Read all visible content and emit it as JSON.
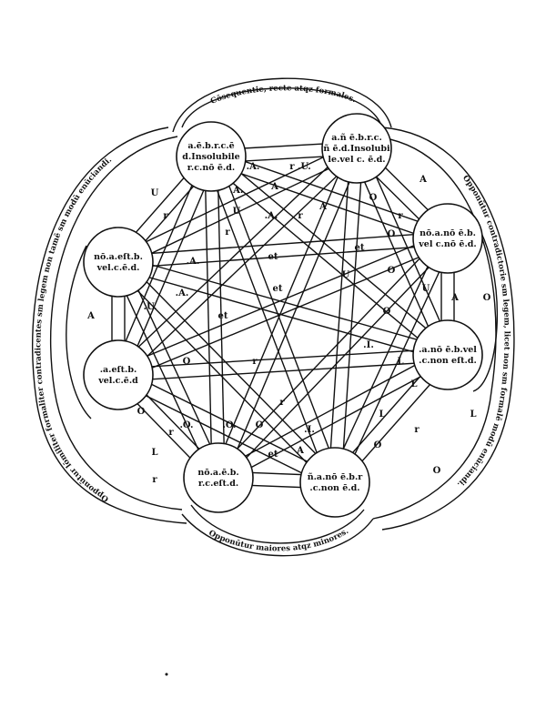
{
  "arc_labels": {
    "top": "Cōsequentie, recte atqz formales.",
    "right": "Opponūtur contradictorie sm legem, licet non sm formalē modū enūciandi.",
    "left": "Opponūtur lōmiliter formaliter contradicentes sm legem non tamē sm modū enūciandi.",
    "bottom": "Opponūtur maiores atqz minores."
  },
  "nodes": [
    {
      "lines": [
        "a.ē.b.r.c.ē",
        "d.Insolubile",
        "r.c.nō ē.d."
      ]
    },
    {
      "lines": [
        "a.ñ ē.b.r.c.",
        "ñ ē.d.Insolubi",
        "le.vel c. ē.d."
      ]
    },
    {
      "lines": [
        "nō.a.eſt.b.",
        "vel.c.ē.d."
      ]
    },
    {
      "lines": [
        "nō.a.nō ē.b.",
        "vel c.nō ē.d."
      ]
    },
    {
      "lines": [
        ".a.eſt.b.",
        "vel.c.ē.d"
      ]
    },
    {
      "lines": [
        ".a.nō ē.b.vel",
        ".c.non eſt.d."
      ]
    },
    {
      "lines": [
        "nō.a.ē.b.",
        "r.c.eſt.d."
      ]
    },
    {
      "lines": [
        "ñ.a.nō ē.b.r",
        ".c.non ē.d."
      ]
    }
  ],
  "band_labels": [
    ".A.",
    "r .U.",
    ".A.",
    ".A.",
    "U",
    "r",
    "et",
    ".A.",
    "et",
    "U",
    "O",
    ".A.",
    "et",
    "et",
    ".U.",
    ".I.",
    "O",
    "r",
    "O",
    ".O.",
    "r",
    "L",
    ".O.",
    "O",
    "et",
    "L",
    ".I.",
    "A",
    "O",
    "r",
    "L",
    "O",
    "r",
    "L",
    "A",
    "U",
    "r",
    "A",
    "O",
    "r",
    "A",
    "O",
    "r",
    "U",
    "A",
    "O",
    "L",
    "r",
    "O",
    "A"
  ]
}
